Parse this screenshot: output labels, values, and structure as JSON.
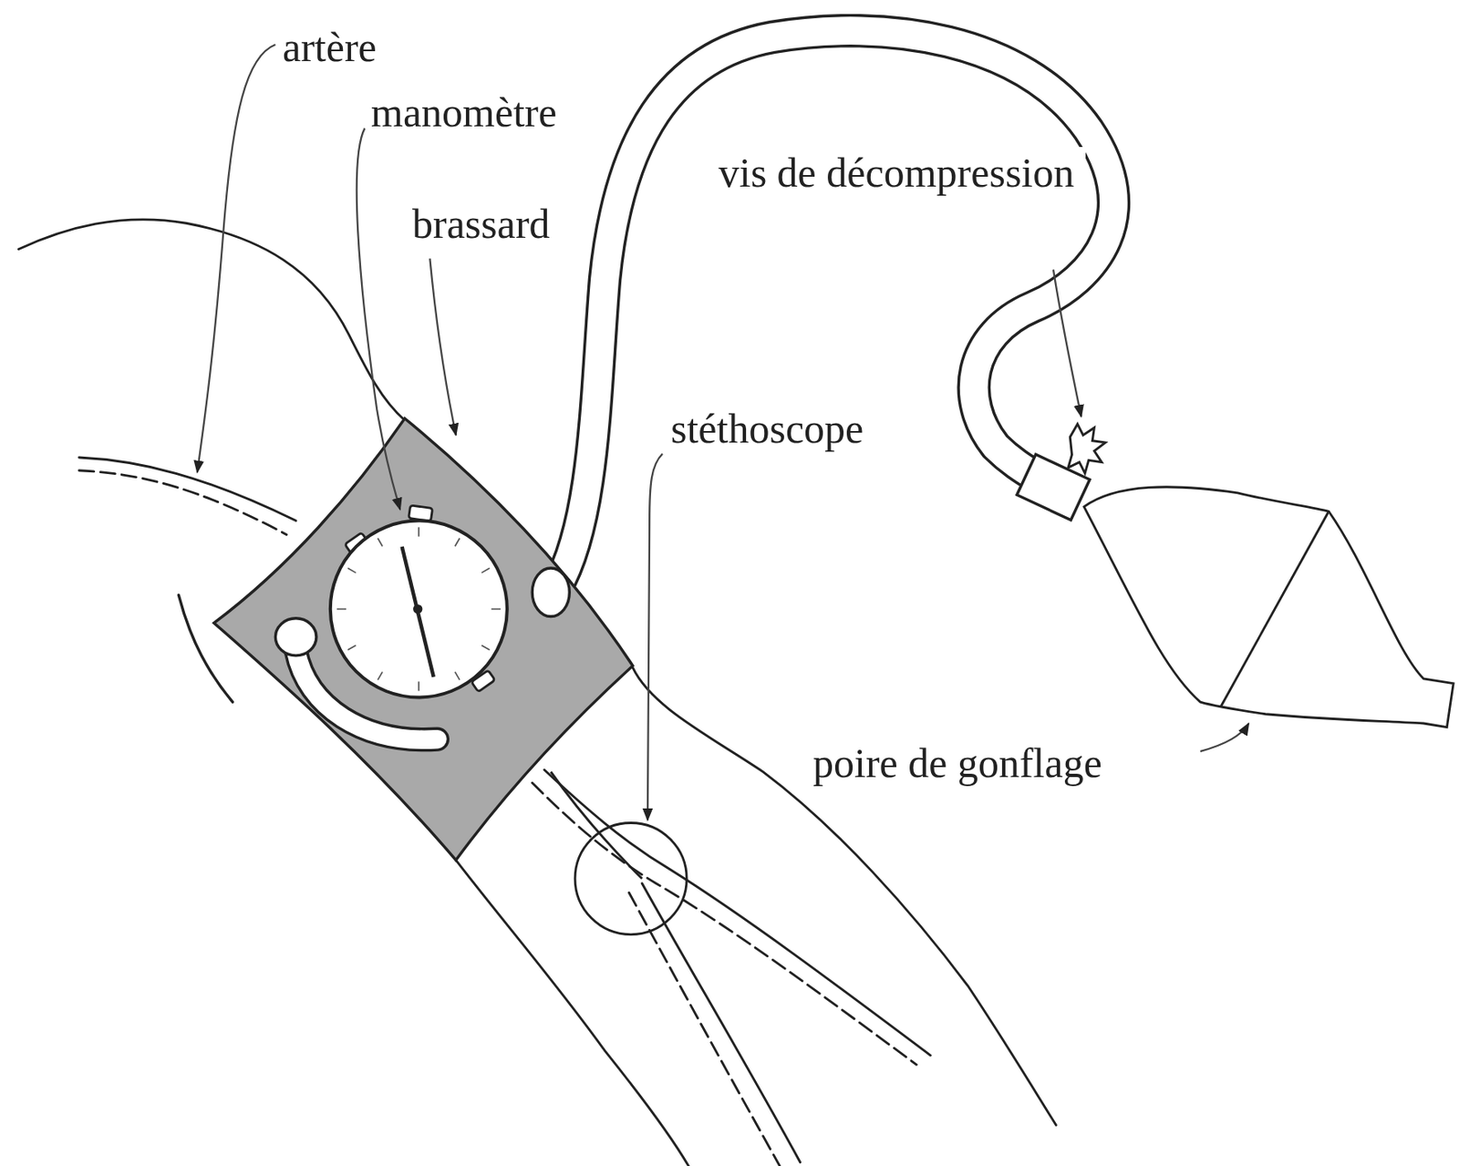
{
  "diagram": {
    "labels": [
      "artère",
      "manomètre",
      "brassard",
      "vis de décompression",
      "stéthoscope",
      "poire de gonflage"
    ]
  }
}
